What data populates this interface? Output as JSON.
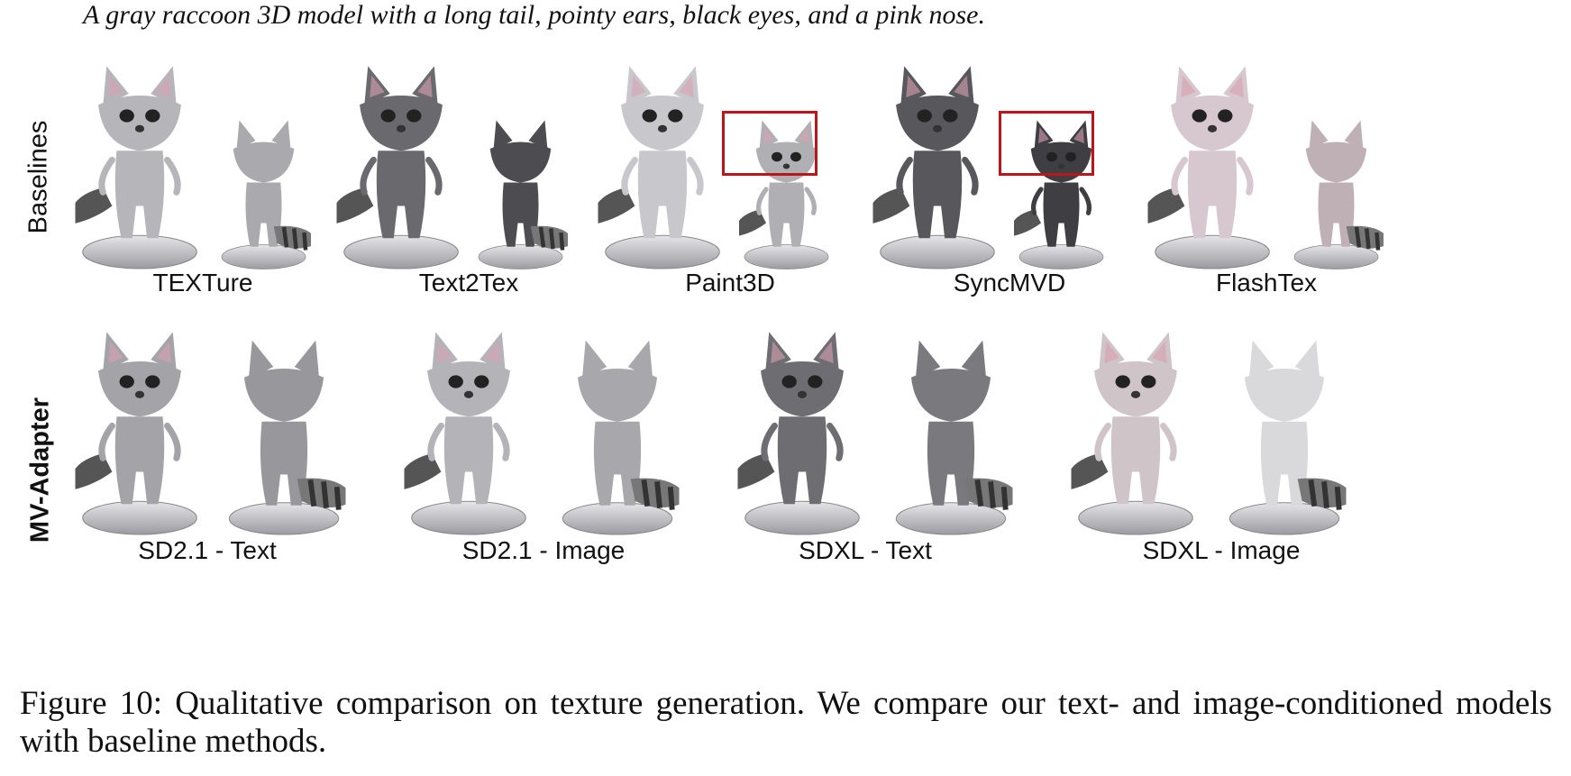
{
  "prompt": "A gray raccoon 3D model with a long tail, pointy ears, black eyes, and a pink nose.",
  "row_labels": {
    "baselines": "Baselines",
    "mv_adapter": "MV-Adapter"
  },
  "baseline_methods": [
    "TEXTure",
    "Text2Tex",
    "Paint3D",
    "SyncMVD",
    "FlashTex"
  ],
  "mv_adapter_methods": [
    "SD2.1 - Text",
    "SD2.1 - Image",
    "SDXL - Text",
    "SDXL - Image"
  ],
  "figure_caption": "Figure 10:  Qualitative comparison on texture generation.  We compare our text- and image-conditioned models with baseline methods.",
  "colors": {
    "highlight_box": "#c0141c",
    "text": "#111111"
  }
}
